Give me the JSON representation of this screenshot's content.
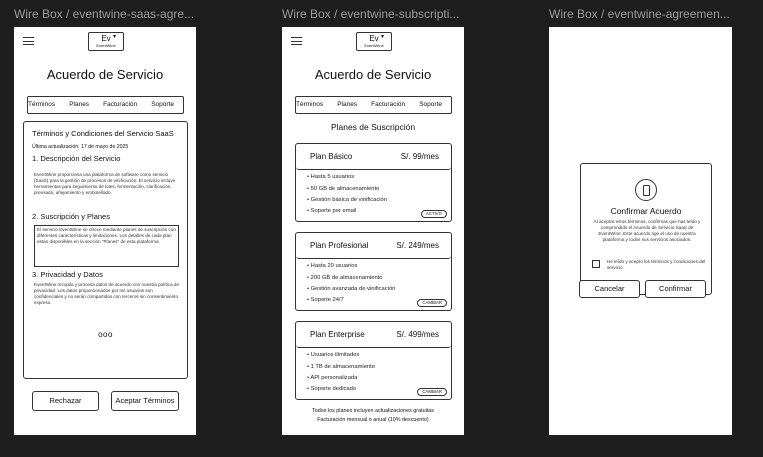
{
  "frames": [
    {
      "label": "Wire Box / eventwine-saas-agre..."
    },
    {
      "label": "Wire Box / eventwine-subscripti..."
    },
    {
      "label": "Wire Box / eventwine-agreemen..."
    }
  ],
  "logo": {
    "initials": "Ev",
    "brand": "EventWine",
    "chevron": "▾"
  },
  "page_title": "Acuerdo de Servicio",
  "tabs": [
    "Términos",
    "Planes",
    "Facturación",
    "Soporte"
  ],
  "terms": {
    "title": "Términos y Condiciones del Servicio SaaS",
    "updated": "Última actualización: 17 de mayo de 2025",
    "s1_heading": "1. Descripción del Servicio",
    "s1_text": "EventWine proporciona una plataforma de software como servicio (SaaS) para la gestión de procesos de vinificación. El servicio incluye herramientas para seguimiento de lotes, fermentación, clarificación, prensado, añejamiento y embotellado.",
    "s2_heading": "2. Suscripción y Planes",
    "s2_text": "El servicio EventWine se ofrece mediante planes de suscripción con diferentes características y limitaciones. Los detalles de cada plan están disponibles en la sección \"Planes\" de esta plataforma.",
    "s3_heading": "3. Privacidad y Datos",
    "s3_text": "EventWine recopila y procesa datos de acuerdo con nuestra política de privacidad. Los datos proporcionados por los usuarios son confidenciales y no serán compartidos con terceros sin consentimiento expreso.",
    "more": "ooo",
    "reject_label": "Rechazar",
    "accept_label": "Aceptar Términos"
  },
  "subscription": {
    "heading": "Planes de Suscripción",
    "plans": [
      {
        "name": "Plan Básico",
        "price": "S/. 99/mes",
        "features": [
          "Hasta 5 usuarios",
          "50 GB de almacenamiento",
          "Gestión básica de vinificación",
          "Soporte por email"
        ],
        "action": "ACTIVO"
      },
      {
        "name": "Plan Profesional",
        "price": "S/. 249/mes",
        "features": [
          "Hasta 20 usuarios",
          "200 GB de almacenamiento",
          "Gestión avanzada de vinificación",
          "Soporte 24/7"
        ],
        "action": "CAMBIAR"
      },
      {
        "name": "Plan Enterprise",
        "price": "S/. 499/mes",
        "features": [
          "Usuarios ilimitados",
          "1 TB de almacenamiento",
          "API personalizada",
          "Soporte dedicado"
        ],
        "action": "CAMBIAR"
      }
    ],
    "footer_line1": "Todos los planes incluyen actualizaciones gratuitas",
    "footer_line2": "Facturación mensual o anual (10% descuento)"
  },
  "confirm": {
    "title": "Confirmar Acuerdo",
    "text": "Al aceptar estos términos, confirmas que has leído y comprendido el Acuerdo de Servicio SaaS de EventWine. Este acuerdo rige el uso de nuestra plataforma y todos sus servicios asociados.",
    "checkbox_label": "He leído y acepto los términos y condiciones del servicio",
    "cancel_label": "Cancelar",
    "confirm_label": "Confirmar"
  }
}
